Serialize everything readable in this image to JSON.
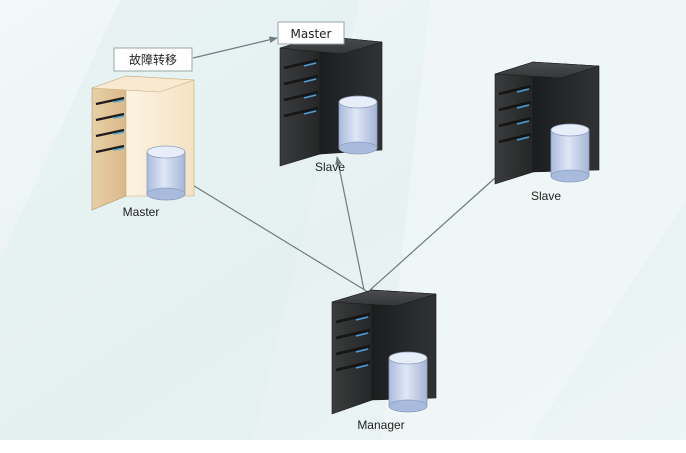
{
  "diagram": {
    "nodes": {
      "old_master": {
        "label": "Master",
        "state": "failed"
      },
      "new_master_slave": {
        "label": "Slave",
        "tag": "Master"
      },
      "slave_right": {
        "label": "Slave"
      },
      "manager": {
        "label": "Manager"
      }
    },
    "annotation": {
      "failover": "故障转移"
    },
    "edges": [
      {
        "from": "manager",
        "to": "old_master"
      },
      {
        "from": "manager",
        "to": "new_master_slave"
      },
      {
        "from": "manager",
        "to": "slave_right"
      },
      {
        "from": "failover_note",
        "to": "new_master_tag"
      }
    ],
    "colors": {
      "server_dark": "#2f3132",
      "server_failed": "#f6e4c5",
      "disk": "#c9d6ec",
      "led": "#4aa0d8",
      "arrow": "#6e7b80"
    }
  }
}
